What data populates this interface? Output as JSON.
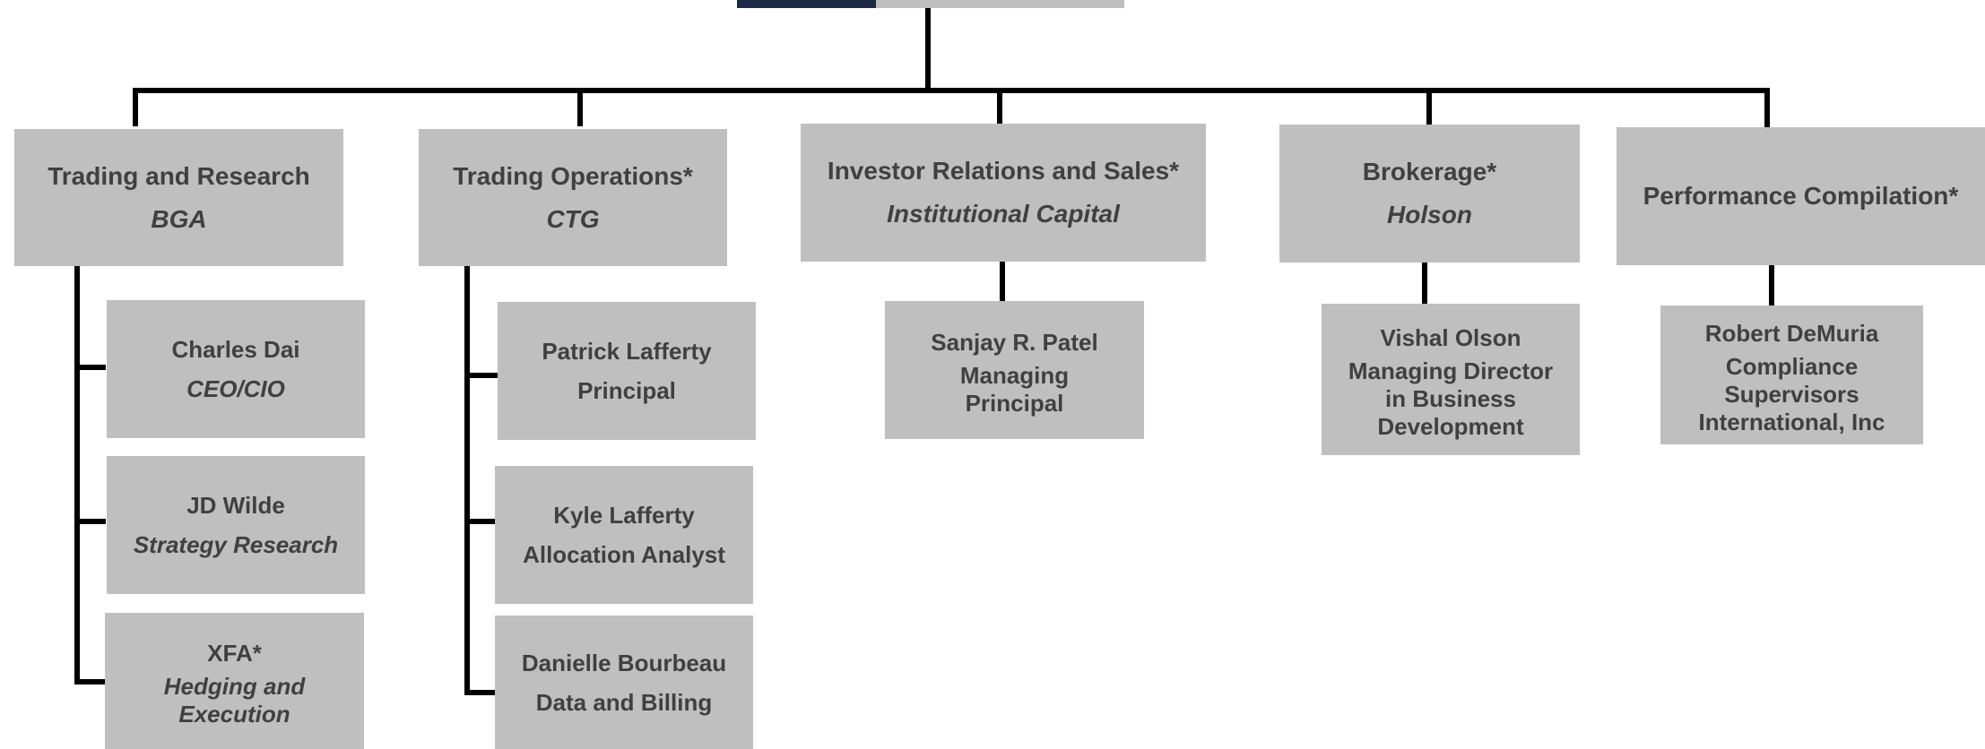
{
  "departments": [
    {
      "title": "Trading and Research",
      "subtitle": "BGA"
    },
    {
      "title": "Trading Operations*",
      "subtitle": "CTG"
    },
    {
      "title": "Investor Relations and Sales*",
      "subtitle": "Institutional Capital"
    },
    {
      "title": "Brokerage*",
      "subtitle": "Holson"
    },
    {
      "title": "Performance Compilation*",
      "subtitle": ""
    }
  ],
  "staff": {
    "trading_research": [
      {
        "name": "Charles Dai",
        "role": "CEO/CIO"
      },
      {
        "name": "JD Wilde",
        "role": "Strategy Research"
      },
      {
        "name": "XFA*",
        "role_lines": [
          "Hedging and",
          "Execution"
        ]
      }
    ],
    "trading_operations": [
      {
        "name": "Patrick Lafferty",
        "role": "Principal"
      },
      {
        "name": "Kyle Lafferty",
        "role": "Allocation Analyst"
      },
      {
        "name": "Danielle Bourbeau",
        "role": "Data and Billing"
      }
    ],
    "investor_relations": {
      "name": "Sanjay R. Patel",
      "role_lines": [
        "Managing",
        "Principal"
      ]
    },
    "brokerage": {
      "name": "Vishal Olson",
      "role_lines": [
        "Managing Director",
        "in Business",
        "Development"
      ]
    },
    "performance": {
      "name": "Robert DeMuria",
      "role_lines": [
        "Compliance",
        "Supervisors",
        "International, Inc"
      ]
    }
  },
  "colors": {
    "box": "#bfbfbf",
    "connector": "#000000",
    "text": "#404040"
  }
}
